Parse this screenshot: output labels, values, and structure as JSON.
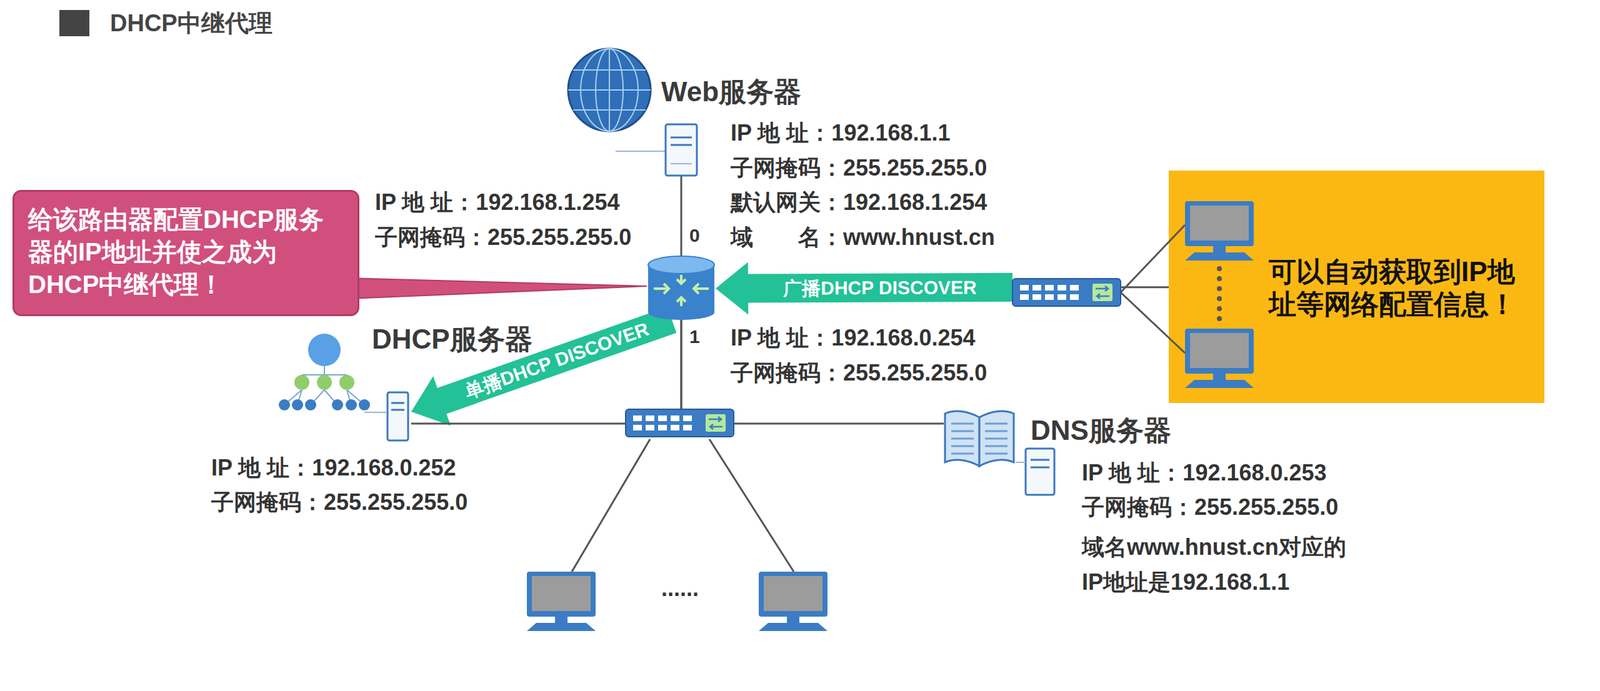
{
  "diagram": {
    "title": "DHCP中继代理",
    "nodes": [
      {
        "text": [
          "Web服务器",
          "IP 地 址：192.168.1.1",
          "子网掩码：255.255.255.0",
          "默认网关：192.168.1.254",
          "域　　名：www.hnust.cn"
        ]
      },
      {
        "text": [
          "给该路由器配置DHCP服务器的IP地址并使之成为DHCP中继代理！"
        ]
      },
      {
        "text": [
          "IP 地 址：192.168.1.254",
          "子网掩码：255.255.255.0",
          "IP 地 址：192.168.0.254",
          "子网掩码：255.255.255.0"
        ]
      },
      {
        "text": [
          "可以自动获取到IP地址等网络配置信息！"
        ]
      },
      {
        "text": [
          "DHCP服务器",
          "IP 地 址：192.168.0.252",
          "子网掩码：255.255.255.0"
        ]
      },
      {
        "text": [
          "DNS服务器",
          "IP 地 址：192.168.0.253",
          "子网掩码：255.255.255.0",
          "域名www.hnust.cn对应的IP地址是192.168.1.1"
        ]
      }
    ],
    "edges": [
      {
        "from": 0,
        "to": 2,
        "arrow": "none"
      },
      {
        "from": 1,
        "to": 2,
        "arrow": "none"
      },
      {
        "from": 3,
        "to": 2,
        "label": "广播DHCP DISCOVER",
        "arrow": "to"
      },
      {
        "from": 2,
        "to": 4,
        "label": "单播DHCP DISCOVER",
        "arrow": "to"
      },
      {
        "from": 2,
        "to": 4,
        "arrow": "none"
      },
      {
        "from": 2,
        "to": 5,
        "arrow": "none"
      }
    ],
    "labels": [
      "0",
      "1",
      "......"
    ]
  }
}
